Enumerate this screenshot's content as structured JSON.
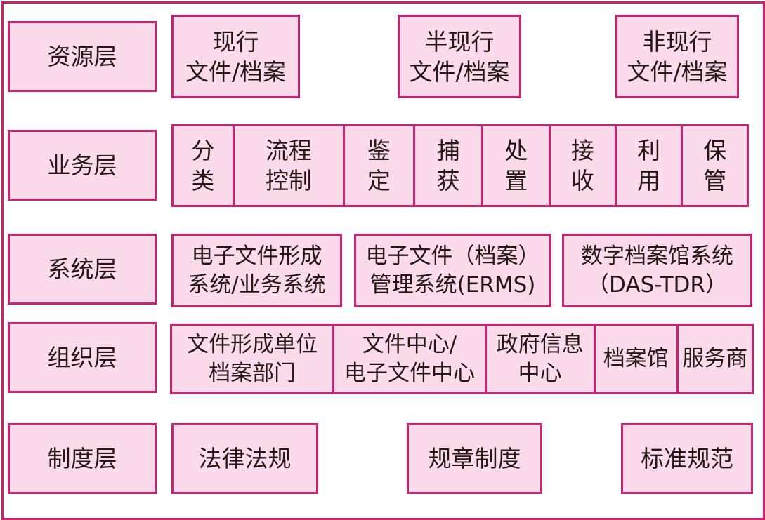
{
  "colors": {
    "border": "#c8246e",
    "fill": "#fbdbeb",
    "text": "#231815"
  },
  "layers": {
    "resource": {
      "label": "资源层",
      "items": [
        "现行\n文件/档案",
        "半现行\n文件/档案",
        "非现行\n文件/档案"
      ]
    },
    "business": {
      "label": "业务层",
      "items": [
        "分\n类",
        "流程\n控制",
        "鉴\n定",
        "捕\n获",
        "处\n置",
        "接\n收",
        "利\n用",
        "保\n管"
      ]
    },
    "system": {
      "label": "系统层",
      "items": [
        "电子文件形成\n系统/业务系统",
        "电子文件（档案）\n管理系统(ERMS)",
        "数字档案馆系统\n（DAS-TDR）"
      ]
    },
    "organization": {
      "label": "组织层",
      "items": [
        "文件形成单位\n档案部门",
        "文件中心/\n电子文件中心",
        "政府信息\n中心",
        "档案馆",
        "服务商"
      ]
    },
    "institution": {
      "label": "制度层",
      "items": [
        "法律法规",
        "规章制度",
        "标准规范"
      ]
    }
  }
}
